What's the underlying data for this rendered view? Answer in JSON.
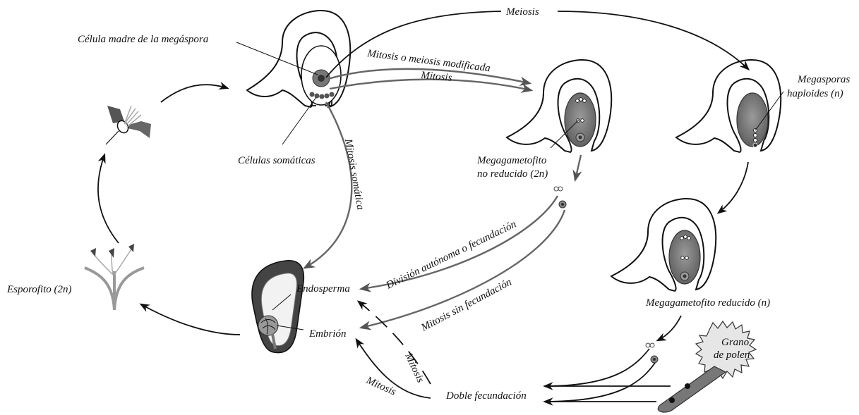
{
  "labels": {
    "celula_madre": "Célula madre de la megáspora",
    "celulas_somaticas": "Células somáticas",
    "meiosis": "Meiosis",
    "mitosis_meiosis_modificada": "Mitosis o meiosis modificada",
    "mitosis_top": "Mitosis",
    "mitosis_somatica": "Mitosis somática",
    "megasporas_line1": "Megasporas",
    "megasporas_line2": "haploides (n)",
    "megagametofito_nr_line1": "Megagametofito",
    "megagametofito_nr_line2": "no reducido (2n)",
    "megagametofito_reducido": "Megagametofito reducido (n)",
    "division_autonoma": "División autónoma o fecundación",
    "mitosis_sin_fecundacion": "Mitosis sin fecundación",
    "endosperma": "Endosperma",
    "embrion": "Embrión",
    "esporofito": "Esporofito (2n)",
    "mitosis_bottom_left": "Mitosis",
    "mitosis_bottom_dashed": "Mitosis",
    "doble_fecundacion": "Doble fecundación",
    "grano_line1": "Grano",
    "grano_line2": "de polen"
  }
}
